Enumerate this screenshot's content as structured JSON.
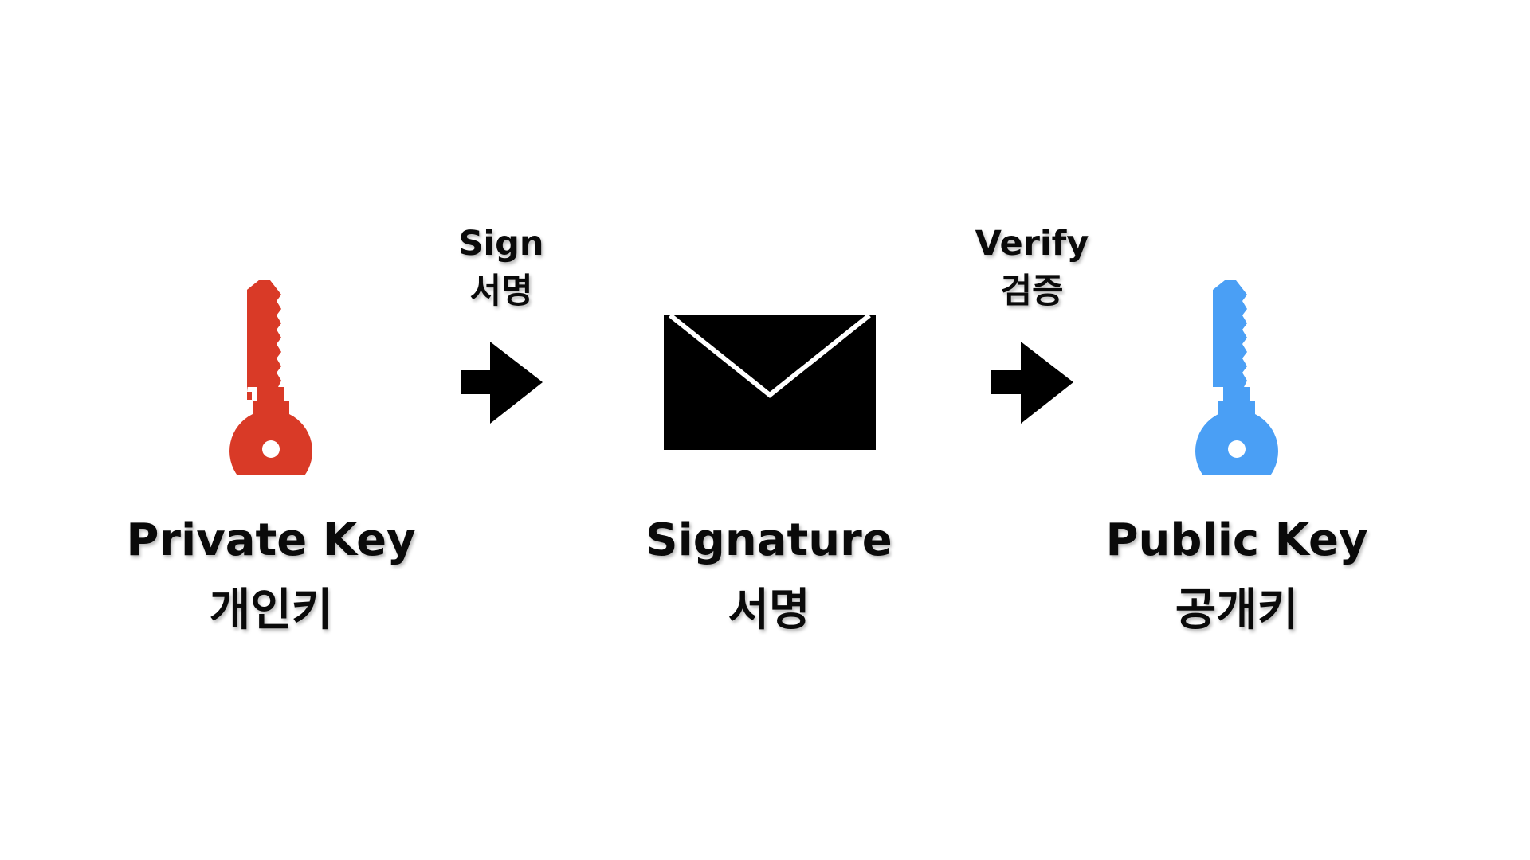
{
  "nodes": {
    "private_key": {
      "label": "Private Key",
      "label_ko": "개인키",
      "color": "#d93a27"
    },
    "signature": {
      "label": "Signature",
      "label_ko": "서명"
    },
    "public_key": {
      "label": "Public Key",
      "label_ko": "공개키",
      "color": "#4a9ff5"
    }
  },
  "edges": {
    "sign": {
      "label": "Sign",
      "label_ko": "서명"
    },
    "verify": {
      "label": "Verify",
      "label_ko": "검증"
    }
  },
  "icons": {
    "private_key": "key-icon",
    "signature": "envelope-icon",
    "public_key": "key-icon",
    "arrow": "arrow-right-icon"
  }
}
